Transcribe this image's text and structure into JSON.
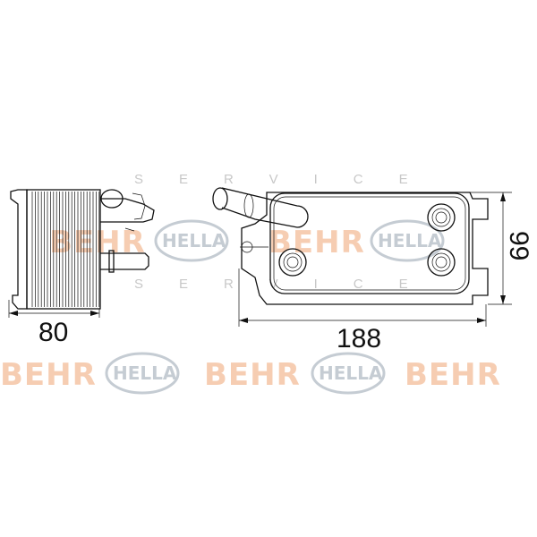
{
  "watermark": {
    "brand1": "BEHR",
    "brand2": "HELLA",
    "service": "SERVICE",
    "brand1_color": "#f6cdb2",
    "brand2_color": "#c5ccd3"
  },
  "dimensions": {
    "side_width": "80",
    "length": "188",
    "height": "99"
  },
  "line_color": "#111111"
}
